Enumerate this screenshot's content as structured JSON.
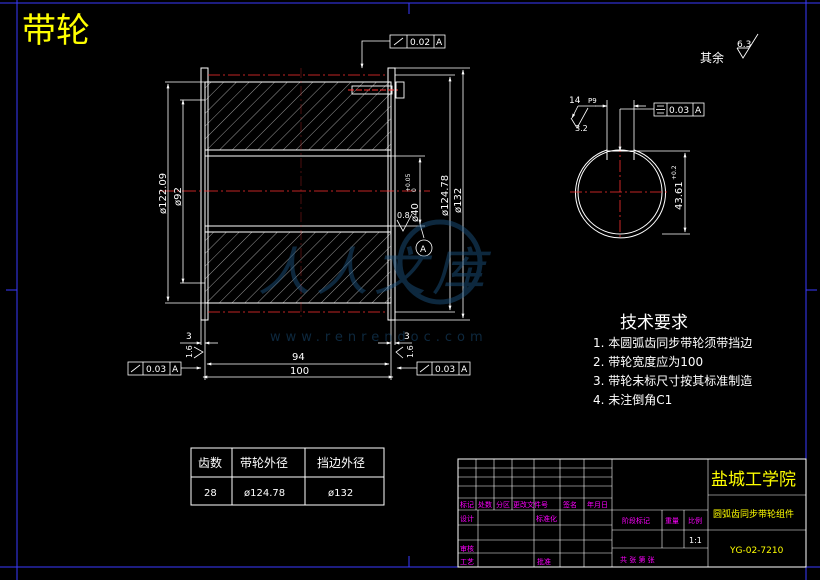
{
  "title": "带轮",
  "roughness": {
    "label": "其余",
    "value": "6.3"
  },
  "tolerances": {
    "top_runout": "0.02",
    "top_datum": "A",
    "left_runout": "0.03",
    "left_datum": "A",
    "right_runout": "0.03",
    "right_datum": "A",
    "key_sym": "0.03",
    "key_datum": "A"
  },
  "dims": {
    "d_left_outer": "ø122.09",
    "d_left_inner": "ø92",
    "bore": "ø40",
    "bore_tol": "+0.05",
    "bore_tol2": "0",
    "d_pitch": "ø124.78",
    "d_flange": "ø132",
    "width_94": "94",
    "width_100": "100",
    "flange_left": "3",
    "flange_right": "3",
    "rough_left": "1.6",
    "rough_right": "1.6",
    "rough_bore": "0.8",
    "key_width": "14",
    "key_width_tol": "P9",
    "key_rough": "3.2",
    "key_depth": "43.61",
    "key_depth_tol": "+0.2"
  },
  "datum_label": "A",
  "watermark": {
    "text": "人人文库",
    "url": "www.renrendoc.com"
  },
  "requirements": {
    "heading": "技术要求",
    "items": [
      "1. 本圆弧齿同步带轮须带挡边",
      "2. 带轮宽度应为100",
      "3. 带轮未标尺寸按其标准制造",
      "4. 未注倒角C1"
    ]
  },
  "param_table": {
    "headers": [
      "齿数",
      "带轮外径",
      "挡边外径"
    ],
    "values": [
      "28",
      "ø124.78",
      "ø132"
    ]
  },
  "title_block": {
    "school": "盐城工学院",
    "part_name": "圆弧齿同步带轮组件",
    "drawing_no": "YG-02-7210",
    "scale_label": "比例",
    "weight_label": "重量",
    "stage_label": "阶段标记",
    "scale_value": "1:1",
    "sheet_text": "共    张  第    张",
    "rev_headers": [
      "标记",
      "处数",
      "分区",
      "更改文件号",
      "签名",
      "年月日"
    ],
    "design_label": "设计",
    "standard_label": "标准化",
    "review_label": "审核",
    "process_label": "工艺",
    "approve_label": "批准"
  }
}
